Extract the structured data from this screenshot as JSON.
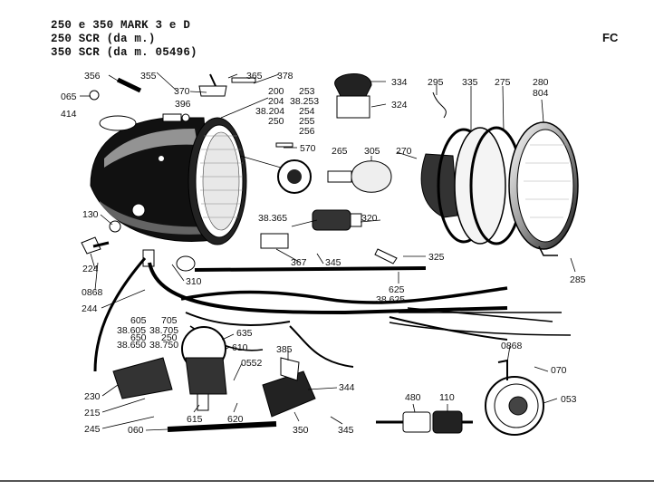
{
  "header": {
    "line1": "250 e 350 MARK 3 e D",
    "line2": "250 SCR (da m.)",
    "line3": "350 SCR (da m. 05496)",
    "code": "FC"
  },
  "part_labels": [
    "356",
    "355",
    "365",
    "378",
    "370",
    "396",
    "065",
    "414",
    "200",
    "204",
    "38.204",
    "250",
    "253",
    "38.253",
    "254",
    "255",
    "256",
    "334",
    "324",
    "295",
    "335",
    "275",
    "280",
    "804",
    "570",
    "265",
    "305",
    "270",
    "38.365",
    "320",
    "367",
    "345",
    "325",
    "625",
    "38.625",
    "130",
    "224",
    "0868",
    "310",
    "244",
    "605",
    "38.605",
    "38.650",
    "705",
    "38.705",
    "650",
    "38.750",
    "250",
    "635",
    "610",
    "0552",
    "385",
    "344",
    "0868",
    "070",
    "053",
    "285",
    "230",
    "215",
    "245",
    "060",
    "615",
    "620",
    "350",
    "345",
    "480",
    "110"
  ],
  "colors": {
    "ink": "#111111",
    "paper": "#ffffff"
  }
}
